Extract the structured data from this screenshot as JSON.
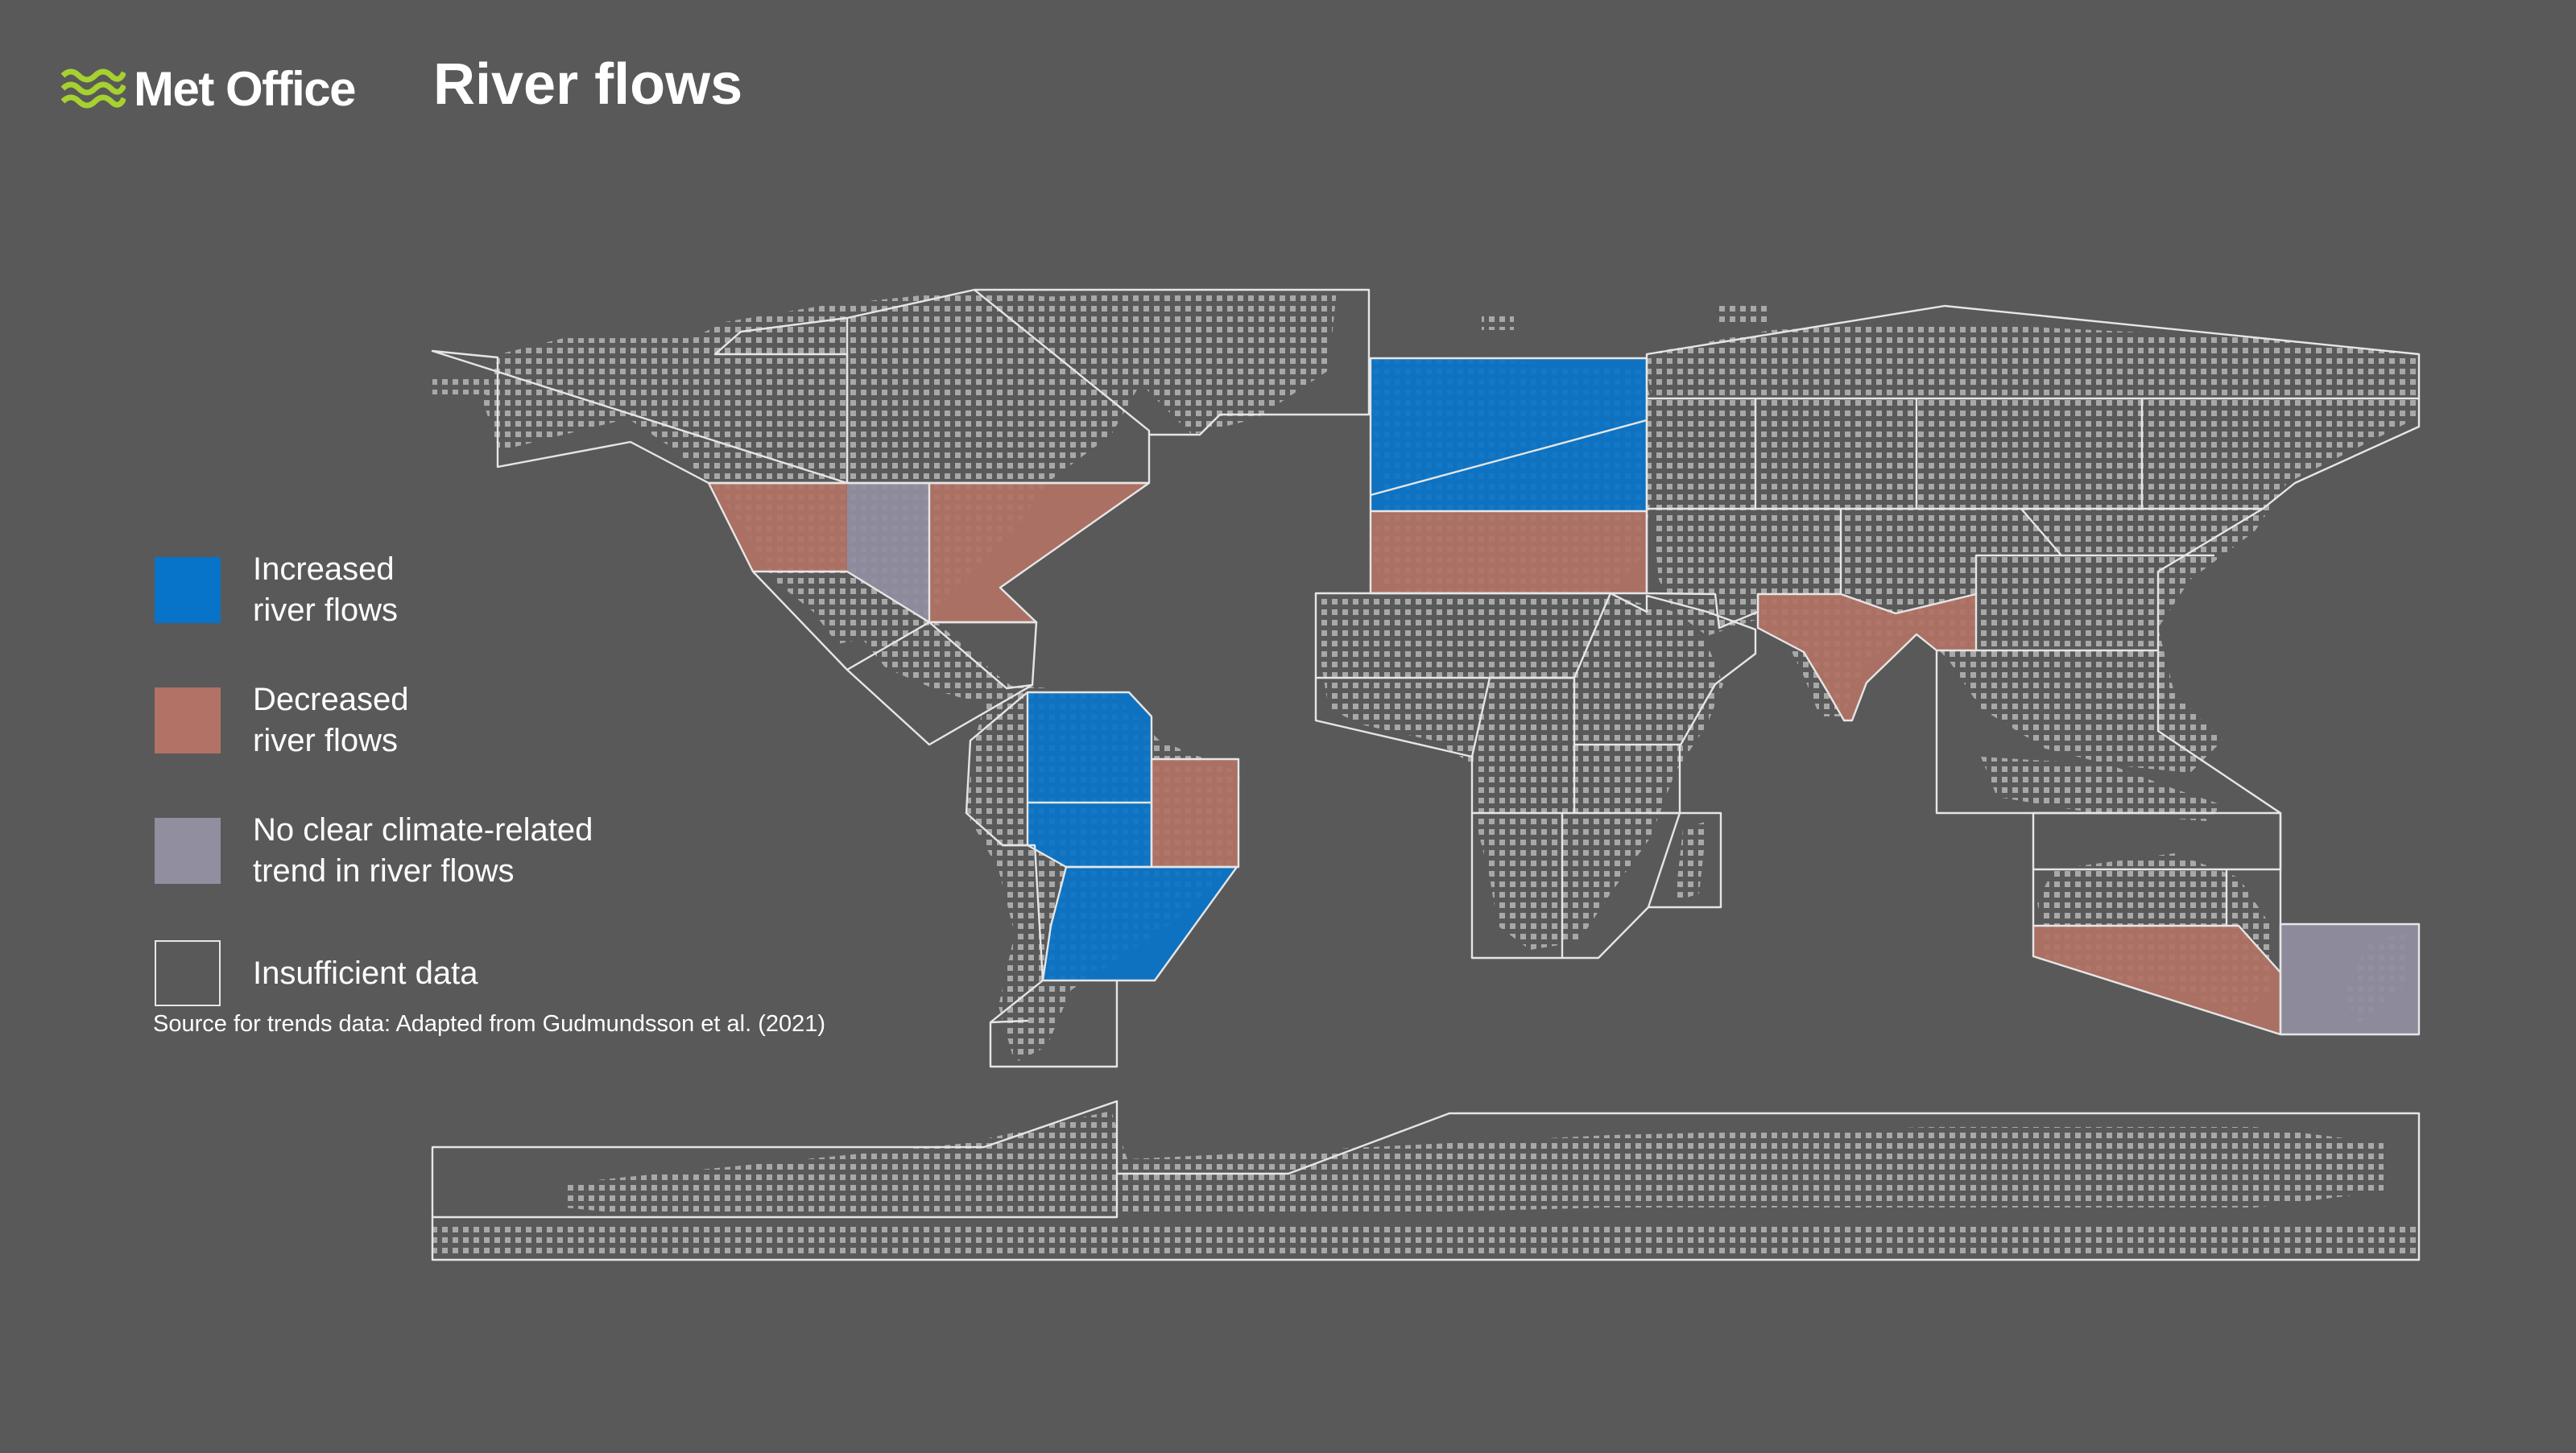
{
  "brand": {
    "name": "Met Office",
    "logo_icon": "met-office-waves-icon",
    "logo_color": "#a6d12f"
  },
  "title": "River flows",
  "legend": {
    "items": [
      {
        "label": "Increased\nriver flows",
        "color": "#0874c9"
      },
      {
        "label": "Decreased\nriver flows",
        "color": "#b27265"
      },
      {
        "label": "No clear climate-related\ntrend in river flows",
        "color": "#908e9f"
      },
      {
        "label": "Insufficient data",
        "color": "none"
      }
    ]
  },
  "source": "Source for trends data: Adapted from Gudmundsson et al. (2021)",
  "colors": {
    "background": "#595959",
    "land_dots": "#a8a8a8",
    "region_border": "#e6e6e6",
    "increased": "#0874c9",
    "decreased": "#b27265",
    "no_trend": "#908e9f"
  }
}
